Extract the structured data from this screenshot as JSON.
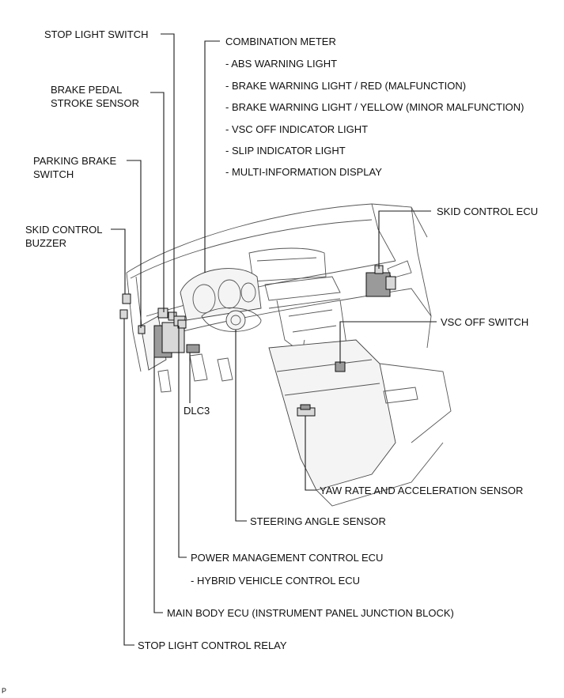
{
  "labels": {
    "stop_light_switch": "STOP LIGHT SWITCH",
    "brake_pedal_stroke_sensor_1": "BRAKE PEDAL",
    "brake_pedal_stroke_sensor_2": "STROKE SENSOR",
    "parking_brake_switch_1": "PARKING BRAKE",
    "parking_brake_switch_2": "SWITCH",
    "skid_control_buzzer_1": "SKID CONTROL",
    "skid_control_buzzer_2": "BUZZER",
    "combination_meter": "COMBINATION METER",
    "combination_meter_items": [
      "- ABS WARNING LIGHT",
      "- BRAKE WARNING LIGHT / RED (MALFUNCTION)",
      "- BRAKE WARNING LIGHT / YELLOW (MINOR MALFUNCTION)",
      "- VSC OFF INDICATOR LIGHT",
      "- SLIP INDICATOR LIGHT",
      "- MULTI-INFORMATION DISPLAY"
    ],
    "skid_control_ecu": "SKID CONTROL ECU",
    "vsc_off_switch": "VSC OFF SWITCH",
    "dlc3": "DLC3",
    "yaw_rate_sensor": "YAW RATE AND ACCELERATION SENSOR",
    "steering_angle_sensor": "STEERING ANGLE SENSOR",
    "power_management_ecu": "POWER MANAGEMENT CONTROL ECU",
    "hybrid_vehicle_ecu": "- HYBRID VEHICLE CONTROL ECU",
    "main_body_ecu": "MAIN BODY ECU (INSTRUMENT PANEL JUNCTION BLOCK)",
    "stop_light_control_relay": "STOP LIGHT CONTROL RELAY",
    "corner_mark": "P"
  }
}
